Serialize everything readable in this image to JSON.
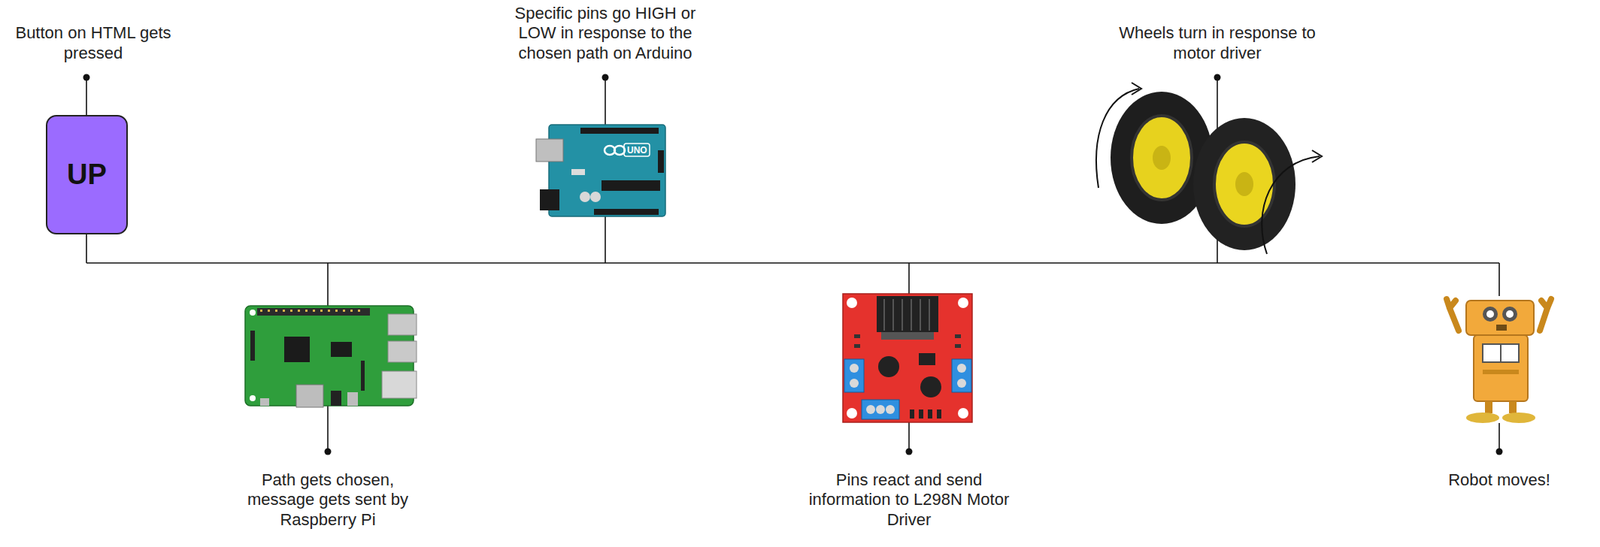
{
  "diagram": {
    "nodes": [
      {
        "text": [
          "UP"
        ]
      }
    ],
    "labels": [
      "Button on HTML gets pressed",
      "Path gets chosen, message gets sent by Raspberry Pi",
      "Specific pins go HIGH or LOW in response to the chosen path on Arduino",
      "Pins react and send information to L298N Motor Driver",
      "Wheels turn in response to motor driver",
      "Robot moves!",
      "UNO"
    ]
  }
}
